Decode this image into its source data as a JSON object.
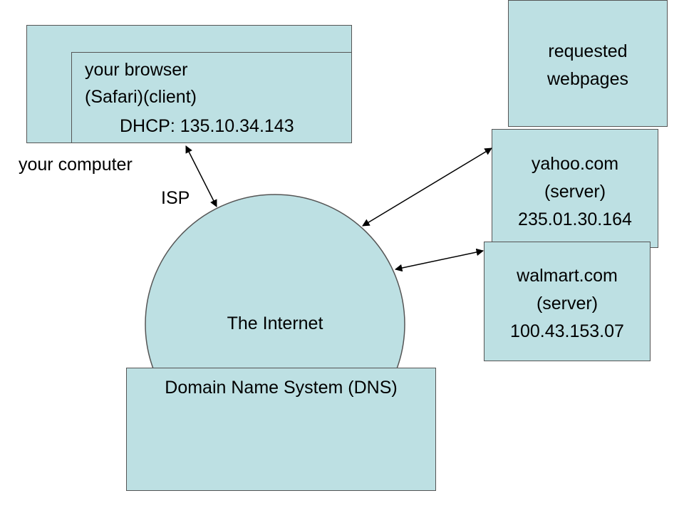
{
  "computer": {
    "label": "your computer",
    "browser_line1": "your browser",
    "browser_line2": "(Safari)(client)",
    "dhcp": "DHCP: 135.10.34.143"
  },
  "isp_label": "ISP",
  "internet_label": "The Internet",
  "dns_label": "Domain Name System (DNS)",
  "requested": {
    "line1": "requested",
    "line2": "webpages"
  },
  "yahoo": {
    "line1": "yahoo.com",
    "line2": "(server)",
    "line3": "235.01.30.164"
  },
  "walmart": {
    "line1": "walmart.com",
    "line2": "(server)",
    "line3": "100.43.153.07"
  },
  "colors": {
    "box_fill": "#bde0e3",
    "stroke": "#555555"
  }
}
